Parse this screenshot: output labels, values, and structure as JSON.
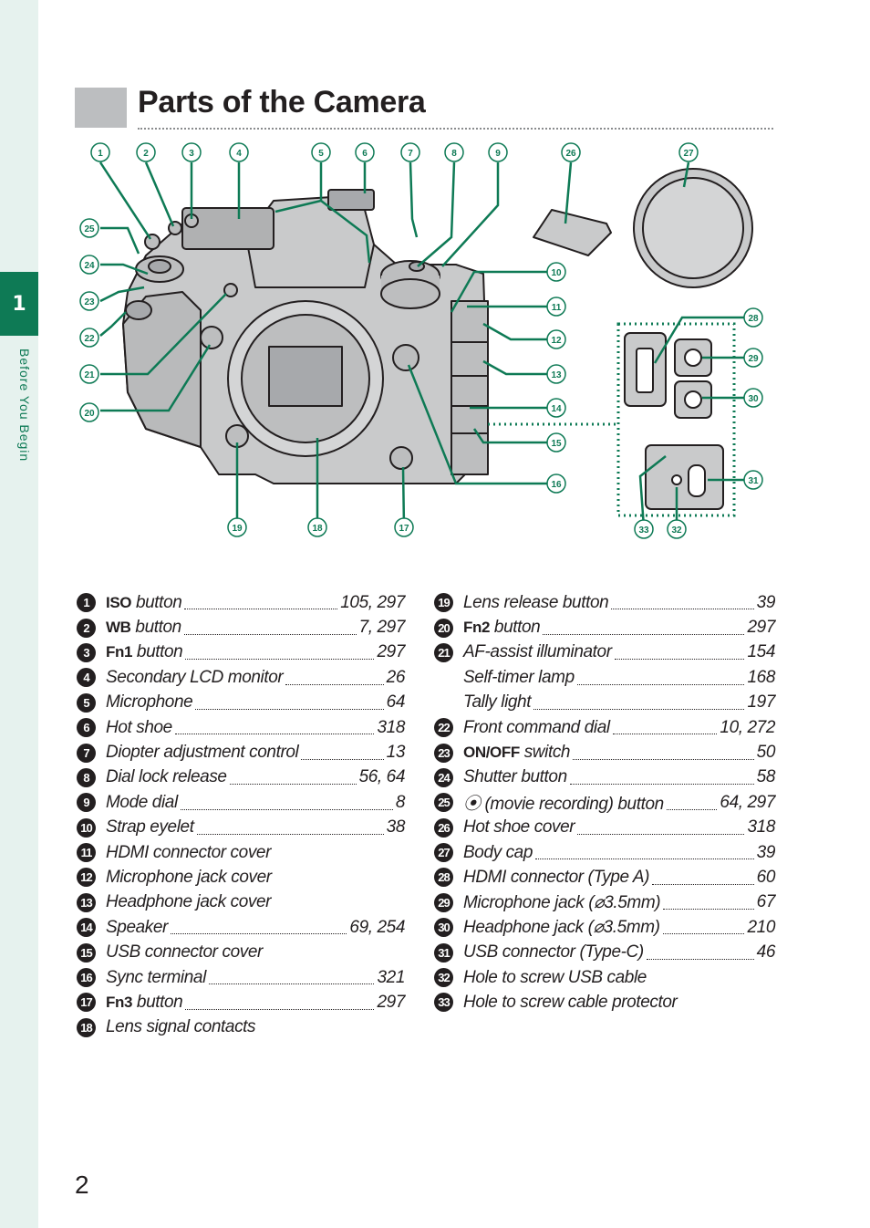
{
  "sidebar": {
    "chapter_number": "1",
    "chapter_label": "Before You Begin"
  },
  "header": {
    "title": "Parts of the Camera"
  },
  "callouts": [
    "1",
    "2",
    "3",
    "4",
    "5",
    "6",
    "7",
    "8",
    "9",
    "26",
    "27",
    "25",
    "24",
    "23",
    "22",
    "21",
    "20",
    "19",
    "18",
    "17",
    "10",
    "11",
    "12",
    "13",
    "14",
    "15",
    "16",
    "28",
    "29",
    "30",
    "31",
    "32",
    "33"
  ],
  "parts_left": [
    {
      "num": "1",
      "kw": "ISO",
      "label": " button",
      "pages": "105, 297"
    },
    {
      "num": "2",
      "kw": "WB",
      "label": " button",
      "pages": "7, 297"
    },
    {
      "num": "3",
      "kw": "Fn1",
      "label": " button",
      "pages": "297"
    },
    {
      "num": "4",
      "kw": "",
      "label": "Secondary LCD monitor",
      "pages": "26"
    },
    {
      "num": "5",
      "kw": "",
      "label": "Microphone",
      "pages": "64"
    },
    {
      "num": "6",
      "kw": "",
      "label": "Hot shoe",
      "pages": "318"
    },
    {
      "num": "7",
      "kw": "",
      "label": "Diopter adjustment control",
      "pages": "13"
    },
    {
      "num": "8",
      "kw": "",
      "label": "Dial lock release",
      "pages": "56, 64"
    },
    {
      "num": "9",
      "kw": "",
      "label": "Mode dial",
      "pages": "8"
    },
    {
      "num": "10",
      "kw": "",
      "label": "Strap eyelet",
      "pages": "38"
    },
    {
      "num": "11",
      "kw": "",
      "label": "HDMI connector cover",
      "pages": ""
    },
    {
      "num": "12",
      "kw": "",
      "label": "Microphone jack cover",
      "pages": ""
    },
    {
      "num": "13",
      "kw": "",
      "label": "Headphone jack cover",
      "pages": ""
    },
    {
      "num": "14",
      "kw": "",
      "label": "Speaker",
      "pages": "69, 254"
    },
    {
      "num": "15",
      "kw": "",
      "label": "USB connector cover",
      "pages": ""
    },
    {
      "num": "16",
      "kw": "",
      "label": "Sync terminal",
      "pages": "321"
    },
    {
      "num": "17",
      "kw": "Fn3",
      "label": " button",
      "pages": "297"
    },
    {
      "num": "18",
      "kw": "",
      "label": "Lens signal contacts",
      "pages": ""
    }
  ],
  "parts_right": [
    {
      "num": "19",
      "kw": "",
      "label": "Lens release button",
      "pages": "39"
    },
    {
      "num": "20",
      "kw": "Fn2",
      "label": " button",
      "pages": "297"
    },
    {
      "num": "21",
      "kw": "",
      "label": "AF-assist illuminator",
      "pages": "154"
    },
    {
      "num": "",
      "kw": "",
      "label": "Self-timer lamp",
      "pages": "168"
    },
    {
      "num": "",
      "kw": "",
      "label": "Tally light",
      "pages": "197"
    },
    {
      "num": "22",
      "kw": "",
      "label": "Front command dial",
      "pages": "10, 272"
    },
    {
      "num": "23",
      "kw": "ON/OFF",
      "label": " switch",
      "pages": "50"
    },
    {
      "num": "24",
      "kw": "",
      "label": "Shutter button",
      "pages": "58"
    },
    {
      "num": "25",
      "kw": "",
      "label": "⦿ (movie recording) button",
      "pages": "64, 297"
    },
    {
      "num": "26",
      "kw": "",
      "label": "Hot shoe cover",
      "pages": "318"
    },
    {
      "num": "27",
      "kw": "",
      "label": "Body cap",
      "pages": "39"
    },
    {
      "num": "28",
      "kw": "",
      "label": "HDMI connector (Type A)",
      "pages": "60"
    },
    {
      "num": "29",
      "kw": "",
      "label": "Microphone jack (⌀3.5mm)",
      "pages": "67"
    },
    {
      "num": "30",
      "kw": "",
      "label": "Headphone jack (⌀3.5mm)",
      "pages": "210"
    },
    {
      "num": "31",
      "kw": "",
      "label": "USB connector (Type-C)",
      "pages": "46"
    },
    {
      "num": "32",
      "kw": "",
      "label": "Hole to screw USB cable",
      "pages": ""
    },
    {
      "num": "33",
      "kw": "",
      "label": "Hole to screw cable protector",
      "pages": ""
    }
  ],
  "footer": {
    "page_number": "2"
  },
  "colors": {
    "accent": "#0e7a55",
    "sidebar_bg": "#e6f2ee",
    "title_box": "#bcbec0",
    "camera_body": "#c9cacb"
  }
}
